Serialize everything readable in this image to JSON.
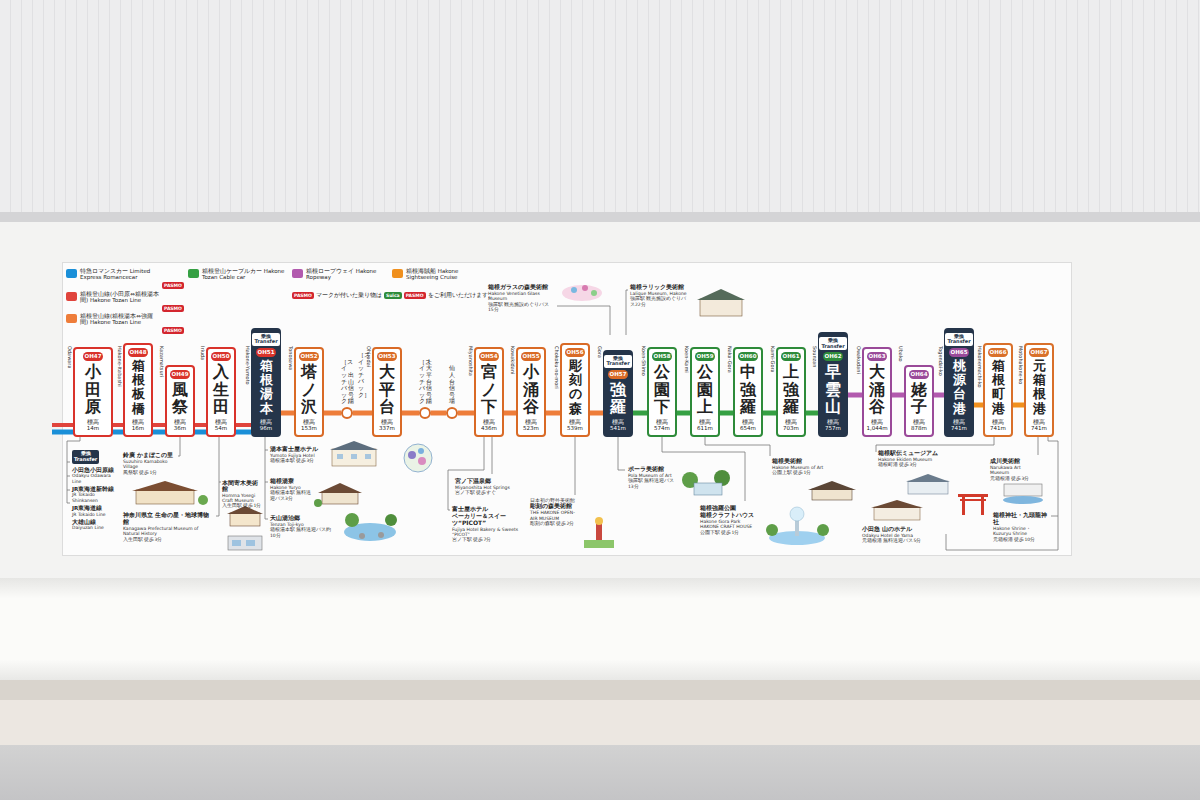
{
  "diagram": {
    "nodes": [
      {
        "text": [
          "OH47",
          "小田原",
          "標高 14m"
        ]
      },
      {
        "text": [
          "OH48",
          "箱根板橋",
          "標高 16m"
        ]
      },
      {
        "text": [
          "OH49",
          "風祭",
          "標高 36m"
        ]
      },
      {
        "text": [
          "OH50",
          "入生田",
          "標高 54m"
        ]
      },
      {
        "text": [
          "乗換 Transfer",
          "OH51",
          "箱根湯本",
          "標高 96m"
        ]
      },
      {
        "text": [
          "OH52",
          "塔ノ沢",
          "標高 153m"
        ]
      },
      {
        "text": [
          "出山信号場",
          "［スイッチバック］"
        ]
      },
      {
        "text": [
          "OH53",
          "大平台",
          "標高 337m"
        ]
      },
      {
        "text": [
          "上大平台信号場",
          "［スイッチバック］"
        ]
      },
      {
        "text": [
          "仙人台信号場"
        ]
      },
      {
        "text": [
          "OH54",
          "宮ノ下",
          "標高 436m"
        ]
      },
      {
        "text": [
          "OH55",
          "小涌谷",
          "標高 523m"
        ]
      },
      {
        "text": [
          "OH56",
          "彫刻の森",
          "標高 539m"
        ]
      },
      {
        "text": [
          "乗換 Transfer",
          "OH57",
          "強羅",
          "標高 541m"
        ]
      },
      {
        "text": [
          "OH58",
          "公園下",
          "標高 574m"
        ]
      },
      {
        "text": [
          "OH59",
          "公園上",
          "標高 611m"
        ]
      },
      {
        "text": [
          "OH60",
          "中強羅",
          "標高 654m"
        ]
      },
      {
        "text": [
          "OH61",
          "上強羅",
          "標高 703m"
        ]
      },
      {
        "text": [
          "乗換 Transfer",
          "OH62",
          "早雲山",
          "標高 757m"
        ]
      },
      {
        "text": [
          "OH63",
          "大涌谷",
          "標高 1,044m"
        ]
      },
      {
        "text": [
          "OH64",
          "姥子",
          "標高 878m"
        ]
      },
      {
        "text": [
          "乗換 Transfer",
          "OH65",
          "桃源台港",
          "標高 741m"
        ]
      },
      {
        "text": [
          "OH66",
          "箱根町港",
          "標高 741m"
        ]
      },
      {
        "text": [
          "OH67",
          "元箱根港",
          "標高 741m"
        ]
      }
    ],
    "edges": [
      {
        "from": 0,
        "to": 1,
        "arrow": "none"
      },
      {
        "from": 1,
        "to": 2,
        "arrow": "none"
      },
      {
        "from": 2,
        "to": 3,
        "arrow": "none"
      },
      {
        "from": 3,
        "to": 4,
        "arrow": "none"
      },
      {
        "from": 0,
        "to": 4,
        "arrow": "none"
      },
      {
        "from": 4,
        "to": 5,
        "arrow": "none"
      },
      {
        "from": 5,
        "to": 6,
        "arrow": "none"
      },
      {
        "from": 6,
        "to": 7,
        "arrow": "none"
      },
      {
        "from": 7,
        "to": 8,
        "arrow": "none"
      },
      {
        "from": 8,
        "to": 9,
        "arrow": "none"
      },
      {
        "from": 9,
        "to": 10,
        "arrow": "none"
      },
      {
        "from": 10,
        "to": 11,
        "arrow": "none"
      },
      {
        "from": 11,
        "to": 12,
        "arrow": "none"
      },
      {
        "from": 12,
        "to": 13,
        "arrow": "none"
      },
      {
        "from": 13,
        "to": 14,
        "arrow": "none"
      },
      {
        "from": 14,
        "to": 15,
        "arrow": "none"
      },
      {
        "from": 15,
        "to": 16,
        "arrow": "none"
      },
      {
        "from": 16,
        "to": 17,
        "arrow": "none"
      },
      {
        "from": 17,
        "to": 18,
        "arrow": "none"
      },
      {
        "from": 18,
        "to": 19,
        "arrow": "none"
      },
      {
        "from": 19,
        "to": 20,
        "arrow": "none"
      },
      {
        "from": 20,
        "to": 21,
        "arrow": "none"
      },
      {
        "from": 21,
        "to": 22,
        "arrow": "none"
      },
      {
        "from": 22,
        "to": 23,
        "arrow": "none"
      }
    ],
    "labels": [
      "PASMO",
      "PASMO",
      "PASMO",
      "PASMO",
      "マークが付いた乗り物は",
      "Suica",
      "PASMO",
      "をご利用いただけます。",
      "乗換 Transfer",
      "小田急小田原線",
      "Odakyu Odawara Line",
      "JR東海道新幹線",
      "JR Tokaido Shinkansen",
      "JR東海道線",
      "JR Tokaido Line",
      "大雄山線",
      "Daiyuzan Line",
      "鈴廣 かまぼこの里",
      "Suzuhiro Kamaboko Village",
      "風祭駅 徒歩1分",
      "本間寄木美術館",
      "Homma Yosegi Craft Museum",
      "入生田駅 徒歩1分",
      "神奈川県立 生命の星・地球博物館",
      "Kanagawa Prefectural Museum of Natural History",
      "入生田駅 徒歩3分",
      "湯本富士屋ホテル",
      "Yumoto Fujiya Hotel",
      "箱根湯本駅 徒歩3分",
      "箱根湯寮",
      "Hakone Yuryo",
      "箱根湯本駅 無料送迎バス3分",
      "天山湯治郷",
      "Tenzan Toji-kyo",
      "箱根湯本駅 無料送迎バス約10分",
      "宮ノ下温泉郷",
      "Miyanoshita Hot Springs",
      "宮ノ下駅 徒歩すぐ",
      "富士屋ホテル",
      "ベーカリー＆スイーツ“PICOT”",
      "Fujiya Hotel Bakery & Sweets “PICOT”",
      "宮ノ下駅 徒歩7分",
      "日本初の野外美術館",
      "彫刻の森美術館",
      "THE HAKONE OPEN-AIR MUSEUM",
      "彫刻の森駅 徒歩2分",
      "箱根ガラスの森美術館",
      "Hakone Venetian Glass Museum",
      "強羅駅 観光施設めぐりバス15分",
      "箱根ラリック美術館",
      "Lalique Museum, Hakone",
      "強羅駅 観光施設めぐりバス22分",
      "ポーラ美術館",
      "Pola Museum of Art",
      "強羅駅 無料送迎バス13分",
      "箱根強羅公園",
      "箱根クラフトハウス",
      "Hakone Gora Park",
      "HAKONE CRAFT HOUSE",
      "公園下駅 徒歩1分",
      "箱根美術館",
      "Hakone Museum of Art",
      "公園上駅 徒歩1分",
      "箱根駅伝ミュージアム",
      "Hakone Ekiden Museum",
      "箱根町港 徒歩3分",
      "成川美術館",
      "Narukawa Art Museum",
      "元箱根港 徒歩3分",
      "箱根神社・九頭龍神社",
      "Hakone Shrine・Kuzuryu Shrine",
      "元箱根港 徒歩10分",
      "小田急 山のホテル",
      "Odakyu Hotel de Yama",
      "元箱根港 無料送迎バス5分",
      "［スイッチバック］",
      "Odawara",
      "Hakone-Itabashi",
      "Kazamatsuri",
      "Iriuda",
      "Hakone-Yumoto",
      "Tonosawa",
      "Ohiradai",
      "Miyanoshita",
      "Kowakidani",
      "Chokoku-no-mori",
      "Gora",
      "Koen-Shimo",
      "Koen-Kami",
      "Naka-Gora",
      "Kami-Gora",
      "Sounzan",
      "Owakudani",
      "Ubako",
      "Togendai-ko",
      "Hakonemachi-ko",
      "Motohakone-ko"
    ],
    "legend": [
      {
        "text": "特急ロマンスカー Limited Express Romancecar",
        "color": "#1a8fd8"
      },
      {
        "text": "箱根登山ケーブルカー Hakone Tozan Cable car",
        "color": "#35a043"
      },
      {
        "text": "箱根ロープウェイ Hakone Ropeway",
        "color": "#b25aae"
      },
      {
        "text": "箱根海賊船 Hakone Sightseeing Cruise",
        "color": "#f0901e"
      },
      {
        "text": "箱根登山線(小田原⇔箱根湯本間) Hakone Tozan Line",
        "color": "#e0443c"
      },
      {
        "text": "箱根登山線(箱根湯本⇔強羅間) Hakone Tozan Line",
        "color": "#ee7d3a"
      }
    ]
  }
}
